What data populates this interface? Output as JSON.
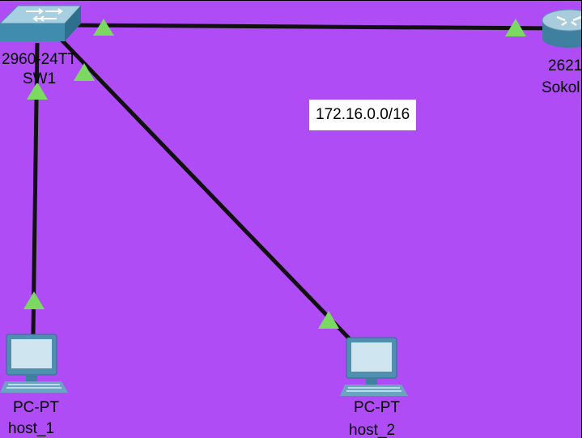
{
  "canvas": {
    "background": "#b04cf5",
    "link_color": "#111111",
    "link_status_color": "#7bd860"
  },
  "devices": {
    "switch": {
      "model": "2960-24TT",
      "name": "SW1",
      "icon": "switch-icon"
    },
    "router": {
      "model": "2621",
      "name": "Sokol",
      "icon": "router-icon"
    },
    "host_1": {
      "model": "PC-PT",
      "name": "host_1",
      "icon": "pc-icon"
    },
    "host_2": {
      "model": "PC-PT",
      "name": "host_2",
      "icon": "pc-icon"
    }
  },
  "note": {
    "text": "172.16.0.0/16"
  },
  "links": [
    {
      "from": "SW1",
      "to": "Sokol",
      "status": "up"
    },
    {
      "from": "SW1",
      "to": "host_1",
      "status": "up"
    },
    {
      "from": "SW1",
      "to": "host_2",
      "status": "up"
    }
  ]
}
